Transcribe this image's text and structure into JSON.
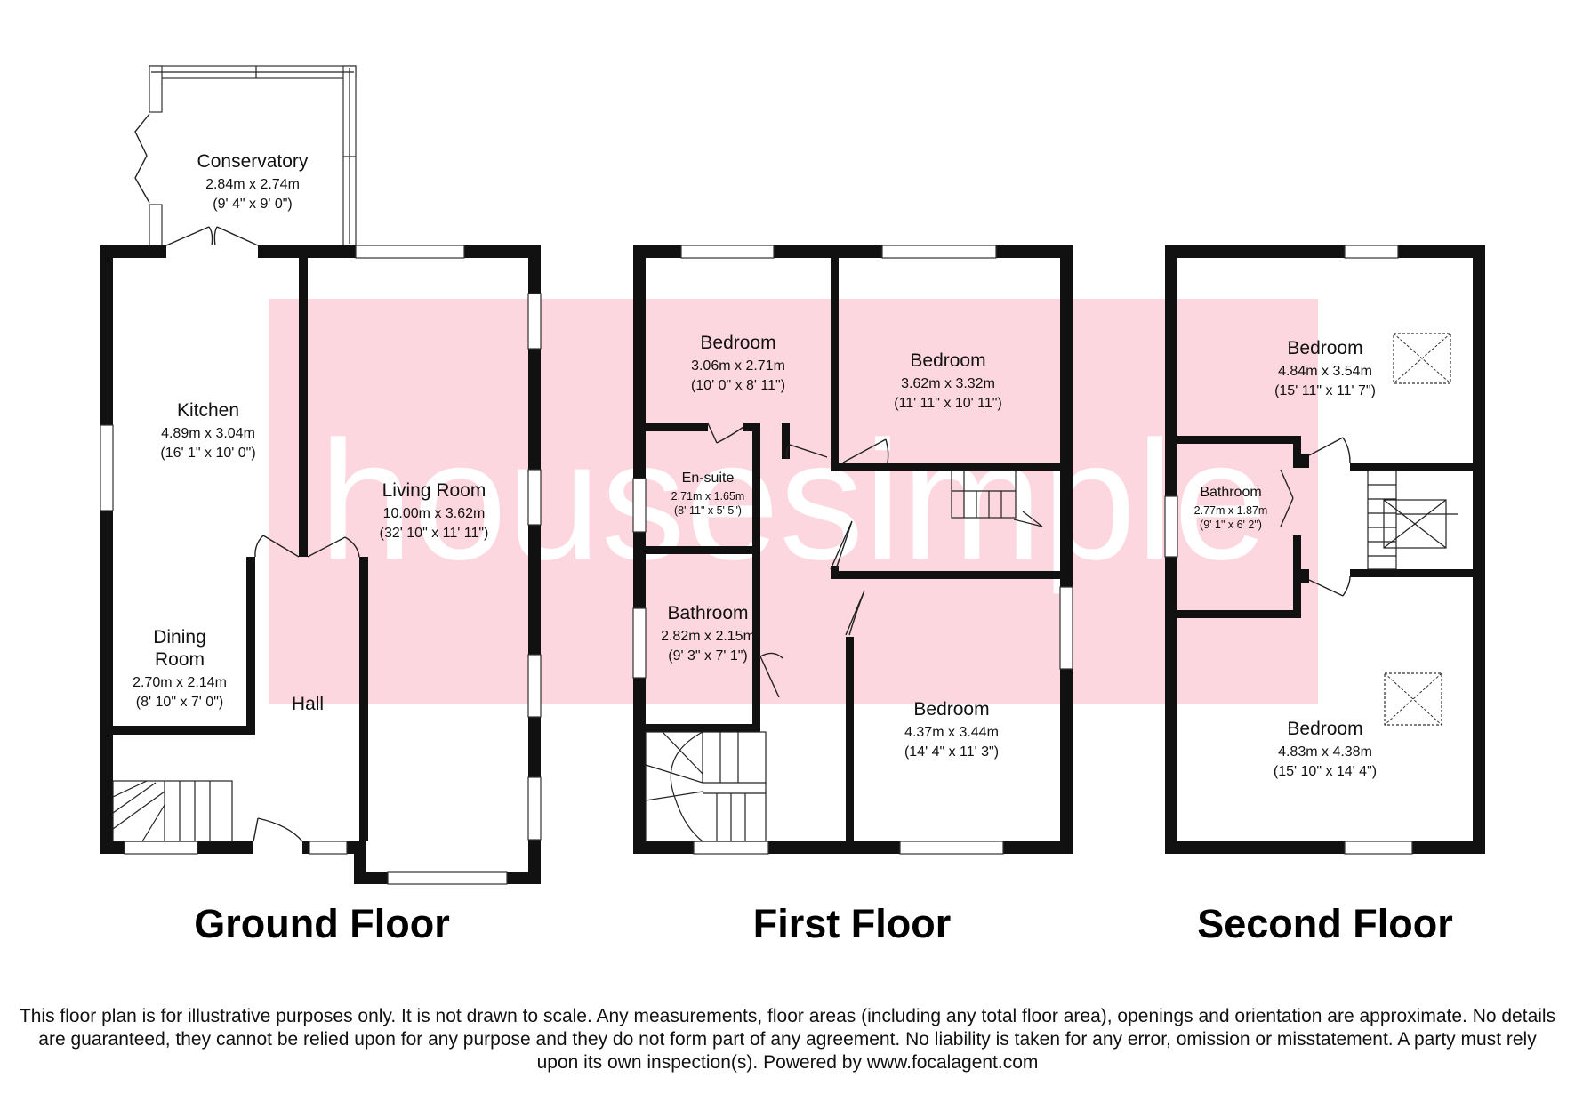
{
  "watermark": {
    "text": "housesimple",
    "color": "#fdd7df"
  },
  "floors": [
    {
      "label": "Ground Floor",
      "rooms": [
        {
          "name": "Conservatory",
          "metric": "2.84m x 2.74m",
          "imperial": "(9' 4\" x 9' 0\")"
        },
        {
          "name": "Kitchen",
          "metric": "4.89m x 3.04m",
          "imperial": "(16' 1\" x 10' 0\")"
        },
        {
          "name": "Living Room",
          "metric": "10.00m x 3.62m",
          "imperial": "(32' 10\" x 11' 11\")"
        },
        {
          "name": "Dining",
          "name2": "Room",
          "metric": "2.70m x 2.14m",
          "imperial": "(8' 10\" x 7' 0\")"
        },
        {
          "name": "Hall"
        }
      ]
    },
    {
      "label": "First Floor",
      "rooms": [
        {
          "name": "Bedroom",
          "metric": "3.06m x 2.71m",
          "imperial": "(10' 0\" x 8' 11\")"
        },
        {
          "name": "Bedroom",
          "metric": "3.62m x 3.32m",
          "imperial": "(11' 11\" x 10' 11\")"
        },
        {
          "name": "En-suite",
          "metric": "2.71m x 1.65m",
          "imperial": "(8' 11\" x 5' 5\")"
        },
        {
          "name": "Bathroom",
          "metric": "2.82m x 2.15m",
          "imperial": "(9' 3\" x 7' 1\")"
        },
        {
          "name": "Bedroom",
          "metric": "4.37m x 3.44m",
          "imperial": "(14' 4\" x 11' 3\")"
        }
      ]
    },
    {
      "label": "Second Floor",
      "rooms": [
        {
          "name": "Bedroom",
          "metric": "4.84m x 3.54m",
          "imperial": "(15' 11\" x 11' 7\")"
        },
        {
          "name": "Bathroom",
          "metric": "2.77m x 1.87m",
          "imperial": "(9' 1\" x 6' 2\")"
        },
        {
          "name": "Bedroom",
          "metric": "4.83m x 4.38m",
          "imperial": "(15' 10\" x 14' 4\")"
        }
      ]
    }
  ],
  "disclaimer": "This floor plan is for illustrative purposes only. It is not drawn to scale. Any measurements, floor areas (including any total floor area), openings and orientation are approximate. No details are guaranteed, they cannot be relied upon for any purpose and they do not form part of any agreement. No liability is taken for any error, omission or misstatement. A party must rely upon its own inspection(s). Powered by www.focalagent.com"
}
